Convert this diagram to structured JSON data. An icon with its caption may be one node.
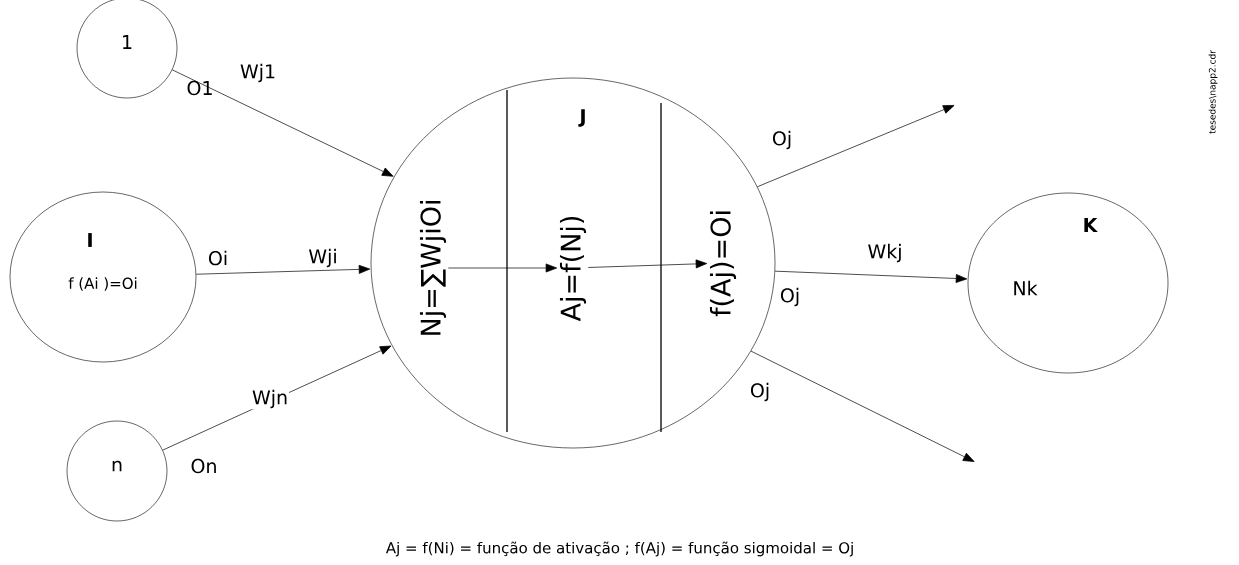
{
  "diagram": {
    "caption": "Aj = f(Ni) = função de ativação ; f(Aj) = função sigmoidal = Oj",
    "nodes": [
      {
        "text": [
          "1"
        ],
        "beside": [
          "O1"
        ]
      },
      {
        "text": [
          "I",
          "f (Ai )=Oi"
        ],
        "beside": [
          "Oi"
        ]
      },
      {
        "text": [
          "n"
        ],
        "beside": [
          "On"
        ]
      },
      {
        "text": [
          "J"
        ]
      },
      {
        "text": [
          "Nj=∑WjiOi"
        ],
        "in": 3
      },
      {
        "text": [
          "Aj=f(Nj)"
        ],
        "in": 3
      },
      {
        "text": [
          "f(Aj)=Oi"
        ],
        "in": 3
      },
      {
        "text": [
          "K",
          "Nk"
        ]
      }
    ],
    "edges": [
      {
        "from": 0,
        "to": 3,
        "arrow": "to",
        "label": "Wj1"
      },
      {
        "from": 1,
        "to": 3,
        "arrow": "to",
        "label": "Wji"
      },
      {
        "from": 2,
        "to": 3,
        "arrow": "to",
        "label": "Wjn"
      },
      {
        "from": 4,
        "to": 5,
        "arrow": "to"
      },
      {
        "from": 5,
        "to": 6,
        "arrow": "to"
      },
      {
        "from": 3,
        "to": null,
        "arrow": "to",
        "label": "Oj"
      },
      {
        "from": 3,
        "to": 7,
        "arrow": "to",
        "label": "Wkj"
      },
      {
        "from": 3,
        "to": null,
        "arrow": "to",
        "label": "Oj"
      }
    ],
    "labels": [
      "Oj",
      "tesedes\\napp2.cdr"
    ]
  }
}
